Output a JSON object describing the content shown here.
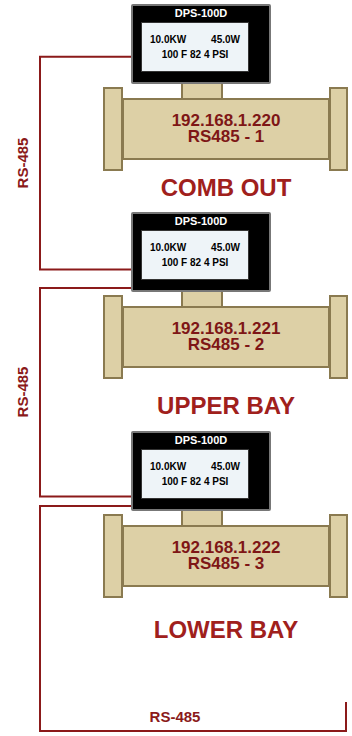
{
  "diagram": {
    "nodes": [
      {
        "text": [
          "DPS-100D"
        ]
      },
      {
        "text": [
          "10.0KW",
          "45.0W",
          "100 F 82 4 PSI"
        ],
        "in": 0
      },
      {
        "text": [
          "192.168.1.220",
          "RS485 - 1"
        ]
      },
      {
        "text": [
          "DPS-100D"
        ]
      },
      {
        "text": [
          "10.0KW",
          "45.0W",
          "100 F 82 4 PSI"
        ],
        "in": 3
      },
      {
        "text": [
          "192.168.1.221",
          "RS485 - 2"
        ]
      },
      {
        "text": [
          "DPS-100D"
        ]
      },
      {
        "text": [
          "10.0KW",
          "45.0W",
          "100 F 82 4 PSI"
        ],
        "in": 6
      },
      {
        "text": [
          "192.168.1.222",
          "RS485 - 3"
        ]
      }
    ],
    "edges": [
      {
        "from": 0,
        "to": 3,
        "arrow": "none",
        "label": "RS-485"
      },
      {
        "from": 3,
        "to": 6,
        "arrow": "none",
        "label": "RS-485"
      }
    ],
    "labels": [
      "COMB OUT",
      "UPPER BAY",
      "LOWER BAY",
      "RS-485"
    ]
  }
}
